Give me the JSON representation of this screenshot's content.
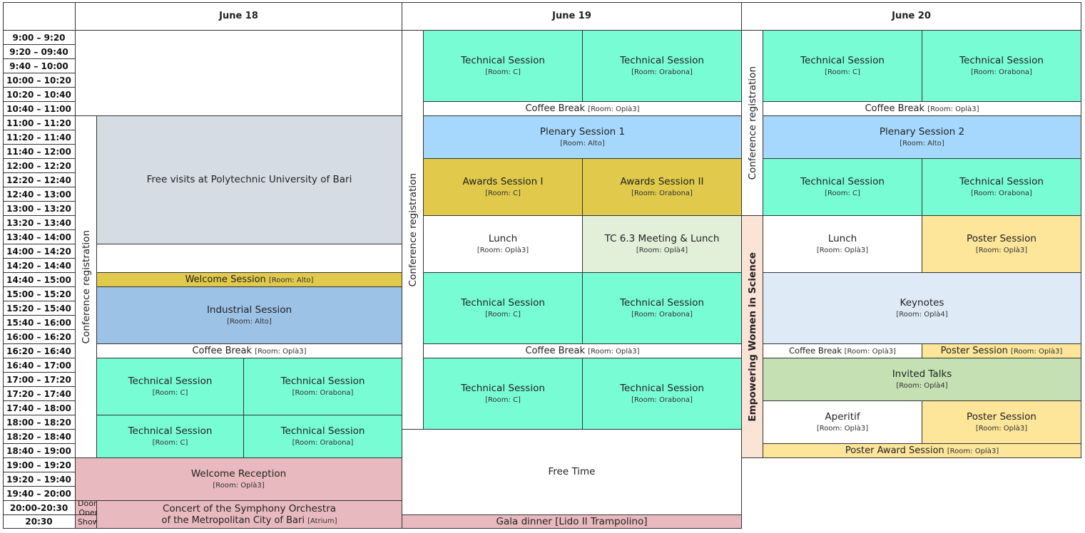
{
  "colors": {
    "technical": "#77fcd4",
    "free_visit": "#d6dce4",
    "welcome_session": "#e0c94b",
    "industrial": "#9cc2e6",
    "welcome_reception": "#e8b9be",
    "plenary": "#a6d8fd",
    "awards": "#e0c94b",
    "tc_meeting": "#e2efd9",
    "poster": "#fde599",
    "keynotes": "#deebf6",
    "invited": "#c5e0b3",
    "women": "#fbe3d6",
    "white": "#ffffff"
  },
  "days": [
    "June 18",
    "June 19",
    "June 20"
  ],
  "times": [
    "9:00 – 9:20",
    "9:20 – 09:40",
    "9:40 – 10:00",
    "10:00 – 10:20",
    "10:20 – 10:40",
    "10:40 – 11:00",
    "11:00 – 11:20",
    "11:20 – 11:40",
    "11:40 – 12:00",
    "12:00 – 12:20",
    "12:20 – 12:40",
    "12:40 – 13:00",
    "13:00 – 13:20",
    "13:20 – 13:40",
    "13:40 – 14:00",
    "14:00 – 14:20",
    "14:20 – 14:40",
    "14:40 – 15:00",
    "15:00 – 15:20",
    "15:20 – 15:40",
    "15:40 – 16:00",
    "16:00 – 16:20",
    "16:20 – 16:40",
    "16:40 – 17:00",
    "17:00 – 17:20",
    "17:20 – 17:40",
    "17:40 – 18:00",
    "18:00 – 18:20",
    "18:20 – 18:40",
    "18:40 – 19:00",
    "19:00 – 19:20",
    "19:20 – 19:40",
    "19:40 – 20:00",
    "20:00-20:30",
    "20:30"
  ],
  "labels": {
    "technical": "Technical Session",
    "conference_registration": "Conference registration",
    "free_visits": "Free visits at Polytechnic University of Bari",
    "welcome_session": "Welcome Session",
    "industrial": "Industrial Session",
    "coffee_break": "Coffee Break",
    "welcome_reception": "Welcome Reception",
    "doors_open": "Doors Open",
    "showtime": "Showtime",
    "concert_line1": "Concert of the Symphony Orchestra",
    "concert_line2": "of the Metropolitan City of Bari",
    "plenary1": "Plenary Session 1",
    "plenary2": "Plenary Session 2",
    "awards1": "Awards Session I",
    "awards2": "Awards Session II",
    "lunch": "Lunch",
    "tc_meeting": "TC 6.3 Meeting & Lunch",
    "free_time": "Free Time",
    "gala": "Gala dinner [Lido Il Trampolino]",
    "empowering": "Empowering Women in Science",
    "poster": "Poster Session",
    "keynotes": "Keynotes",
    "invited": "Invited Talks",
    "aperitif": "Aperitif",
    "poster_award": "Poster Award Session"
  },
  "rooms": {
    "c": "[Room: C]",
    "orabona": "[Room: Orabona]",
    "alto": "[Room: Alto]",
    "opla3": "[Room: Oplà3]",
    "opla4": "[Room: Oplà4]",
    "atrium": "[Atrium]"
  }
}
